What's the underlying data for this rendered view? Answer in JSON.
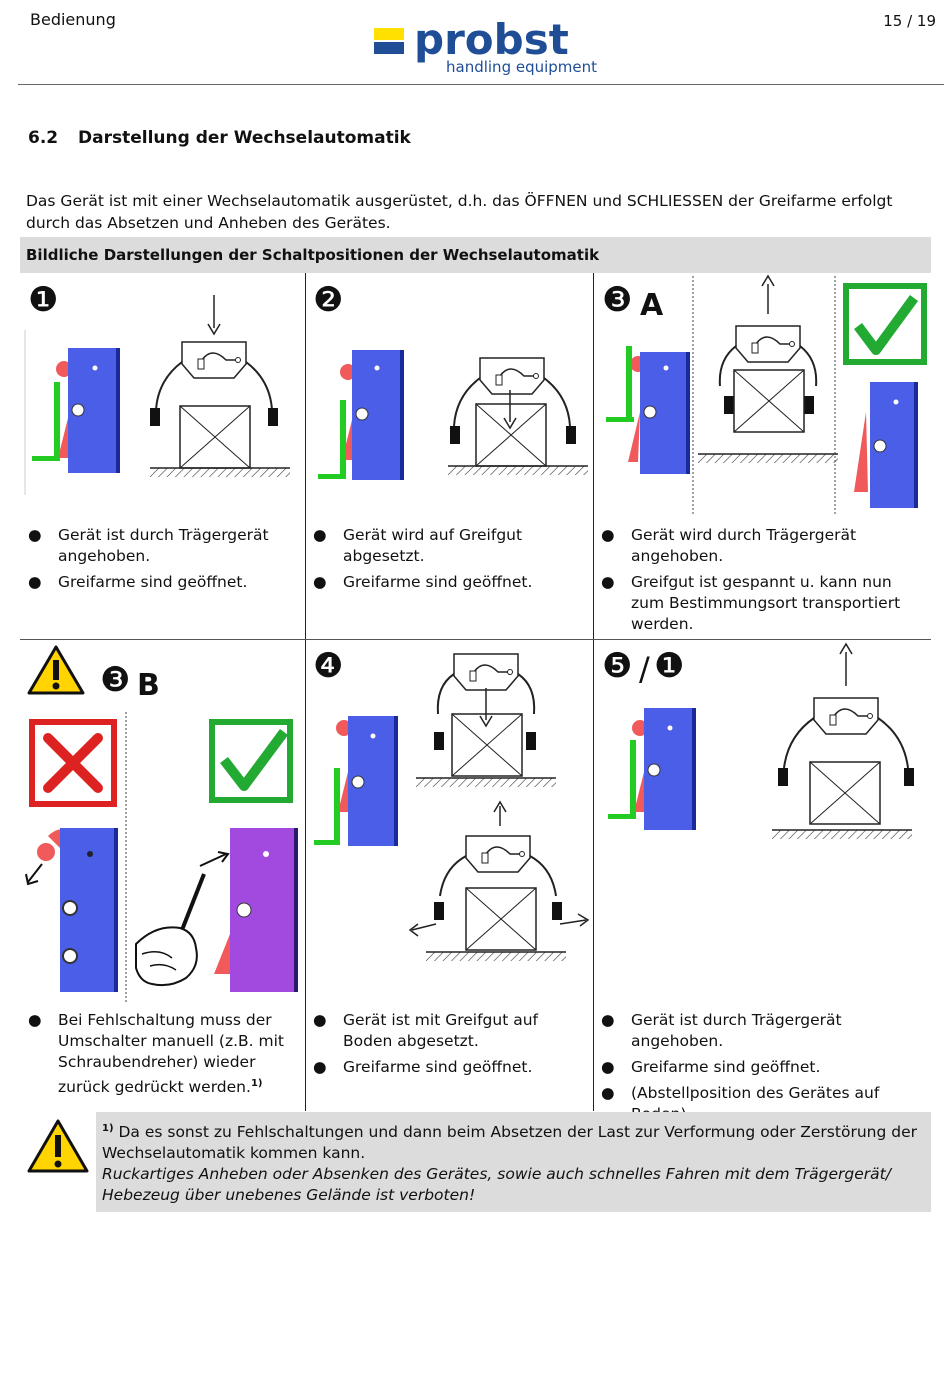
{
  "header": {
    "section_label": "Bedienung",
    "page": "15 / 19",
    "logo_word": "probst",
    "logo_tagline": "handling equipment"
  },
  "section": {
    "number": "6.2",
    "title": "Darstellung der Wechselautomatik"
  },
  "intro": "Das Gerät ist mit einer Wechselautomatik ausgerüstet, d.h. das ÖFFNEN und SCHLIESSEN der Greifarme erfolgt durch das Absetzen und Anheben des Gerätes.",
  "table_header": "Bildliche Darstellungen der Schaltpositionen der Wechselautomatik",
  "cells": [
    {
      "marker": "❶",
      "suffix": "",
      "bullets": [
        "Gerät ist durch Trägergerät angehoben.",
        "Greifarme sind geöffnet."
      ]
    },
    {
      "marker": "❷",
      "suffix": "",
      "bullets": [
        "Gerät wird auf Greifgut abgesetzt.",
        "Greifarme sind geöffnet."
      ]
    },
    {
      "marker": "❸",
      "suffix": "A",
      "bullets": [
        "Gerät wird durch Trägergerät angehoben.",
        "Greifgut ist gespannt u. kann nun zum Bestimmungsort transportiert werden."
      ]
    },
    {
      "marker": "❸",
      "suffix": "B",
      "bullets": [
        "Bei Fehlschaltung muss der Umschalter manuell (z.B. mit Schraubendreher) wieder zurück gedrückt werden."
      ],
      "footnote_mark": "1)"
    },
    {
      "marker": "❹",
      "suffix": "",
      "bullets": [
        "Gerät ist mit Greifgut auf Boden abgesetzt.",
        "Greifarme sind geöffnet."
      ]
    },
    {
      "marker": "❺",
      "marker2": "❶",
      "separator": "/",
      "bullets": [
        "Gerät ist durch Trägergerät angehoben.",
        "Greifarme sind geöffnet.",
        "(Abstellposition des Gerätes auf Boden)."
      ]
    }
  ],
  "bullet_char": "●",
  "note": {
    "mark": "1)",
    "text": "Da es sonst zu Fehlschaltungen und dann beim Absetzen der Last zur Verformung oder Zerstörung der Wechselautomatik kommen kann.",
    "italic": "Ruckartiges Anheben oder Absenken des Gerätes, sowie auch schnelles Fahren mit dem Trägergerät/ Hebezeug über unebenes Gelände ist verboten!"
  },
  "colors": {
    "device_blue": "#4a5ee8",
    "device_purple": "#a24ae0",
    "indicator_green": "#22cc22",
    "lever_red": "#f05a5a",
    "check_green": "#22aa33",
    "cross_red": "#dd2222",
    "warning_yellow": "#ffd400",
    "logo_blue": "#1f4e96",
    "logo_yellow": "#ffe000"
  }
}
